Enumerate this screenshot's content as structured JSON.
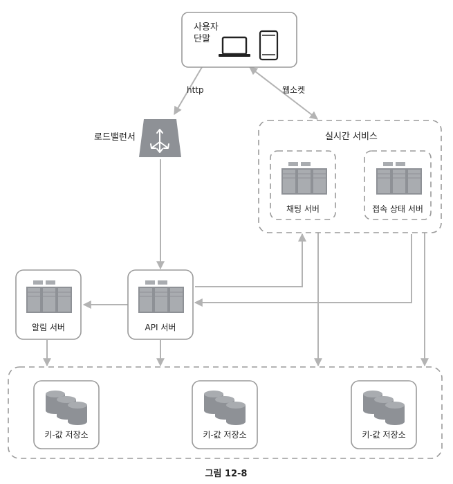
{
  "user_device": {
    "label_line1": "사용자",
    "label_line2": "단말"
  },
  "edges": {
    "http": "http",
    "websocket": "웹소켓"
  },
  "load_balancer": {
    "label": "로드밸런서"
  },
  "realtime_service": {
    "title": "실시간 서비스"
  },
  "chat_server": {
    "label": "채팅 서버"
  },
  "presence_server": {
    "label": "접속 상태 서버"
  },
  "notification_server": {
    "label": "알림 서버"
  },
  "api_server": {
    "label": "API 서버"
  },
  "kv_stores": [
    {
      "label": "키-값 저장소"
    },
    {
      "label": "키-값 저장소"
    },
    {
      "label": "키-값 저장소"
    }
  ],
  "caption": "그림 12-8",
  "colors": {
    "edge": "#b3b3b3",
    "border": "#9a9a9a",
    "icon": "#8e9196",
    "icon_light": "#a9acb0"
  }
}
